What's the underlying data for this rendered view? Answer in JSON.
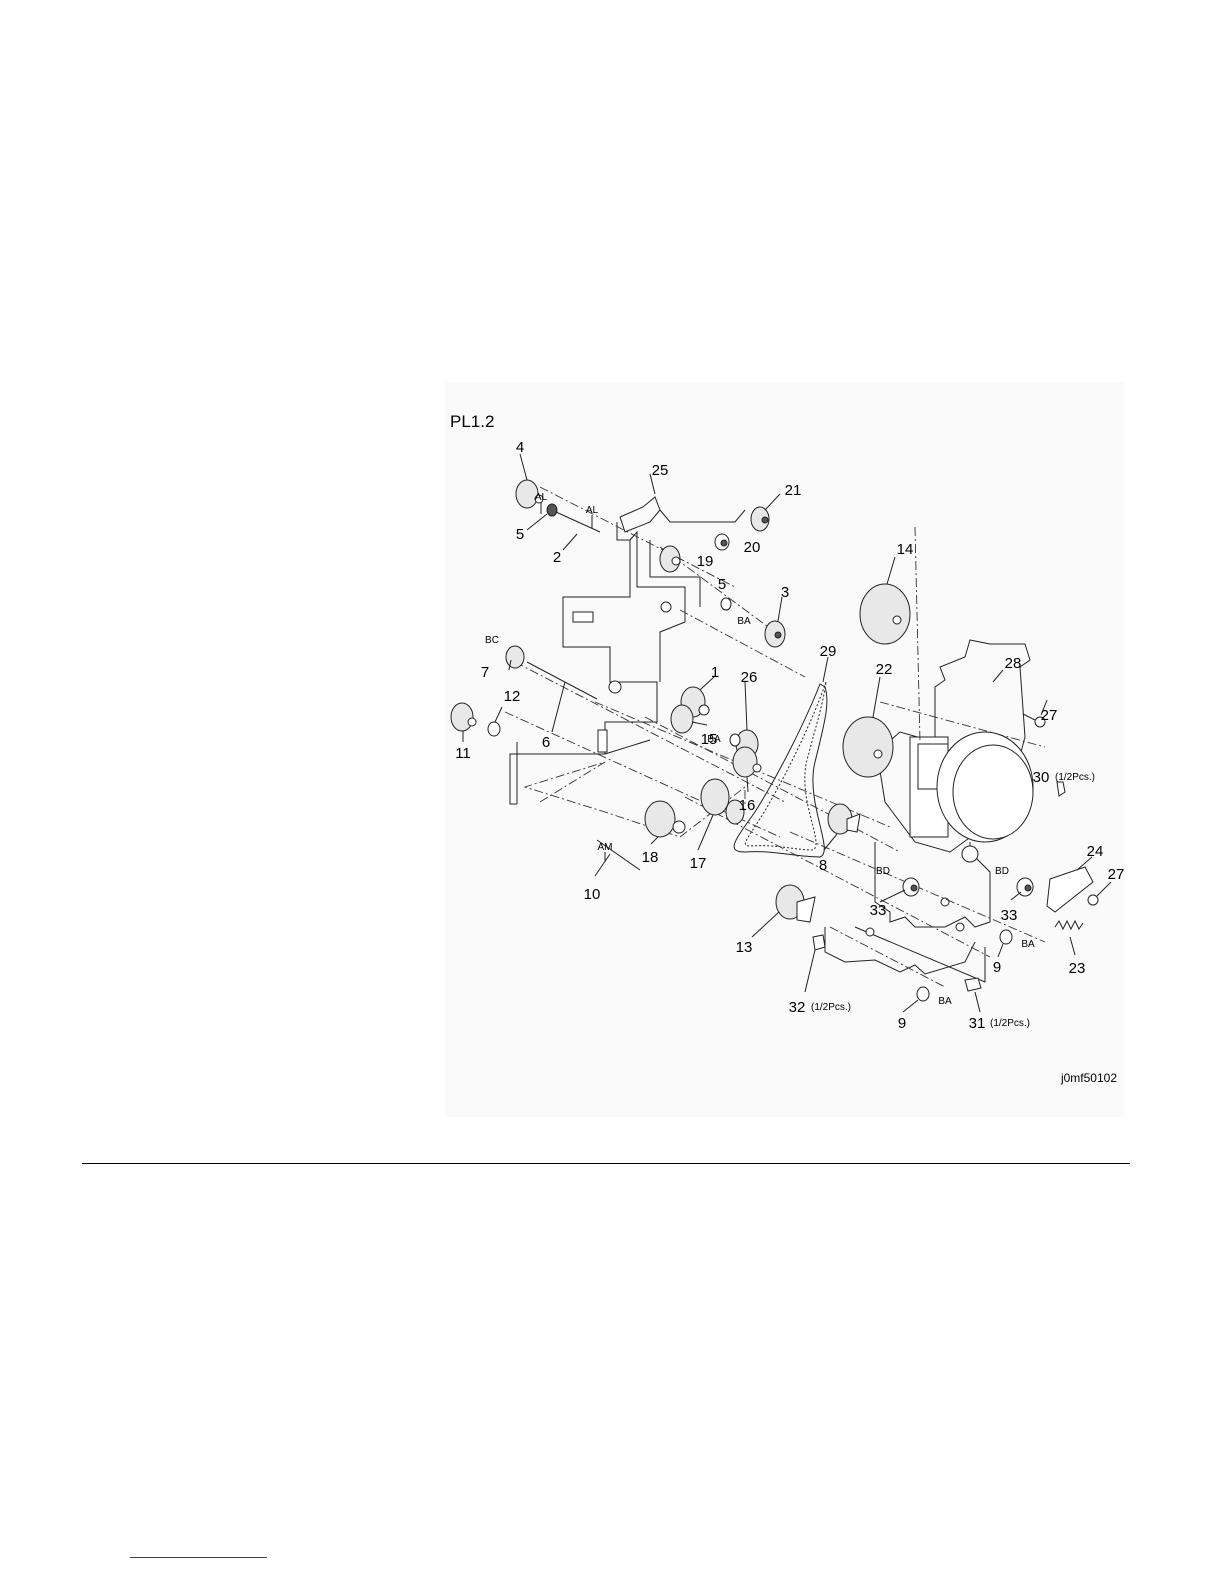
{
  "plate_title": "PL1.2",
  "figure_id": "j0mf50102",
  "callouts": [
    {
      "label": "4"
    },
    {
      "label": "5"
    },
    {
      "label": "2"
    },
    {
      "label": "25"
    },
    {
      "label": "21"
    },
    {
      "label": "20"
    },
    {
      "label": "19"
    },
    {
      "label": "5"
    },
    {
      "label": "3"
    },
    {
      "label": "14"
    },
    {
      "label": "7"
    },
    {
      "label": "6"
    },
    {
      "label": "1"
    },
    {
      "label": "26"
    },
    {
      "label": "29"
    },
    {
      "label": "22"
    },
    {
      "label": "28"
    },
    {
      "label": "12"
    },
    {
      "label": "11"
    },
    {
      "label": "15"
    },
    {
      "label": "16"
    },
    {
      "label": "27"
    },
    {
      "label": "30"
    },
    {
      "label": "18"
    },
    {
      "label": "17"
    },
    {
      "label": "10"
    },
    {
      "label": "8"
    },
    {
      "label": "33"
    },
    {
      "label": "24"
    },
    {
      "label": "27"
    },
    {
      "label": "33"
    },
    {
      "label": "13"
    },
    {
      "label": "9"
    },
    {
      "label": "23"
    },
    {
      "label": "32"
    },
    {
      "label": "9"
    },
    {
      "label": "31"
    }
  ],
  "tags": [
    {
      "label": "AL"
    },
    {
      "label": "AL"
    },
    {
      "label": "BA"
    },
    {
      "label": "BC"
    },
    {
      "label": "BA"
    },
    {
      "label": "AM"
    },
    {
      "label": "BD"
    },
    {
      "label": "BD"
    },
    {
      "label": "BA"
    },
    {
      "label": "BA"
    }
  ],
  "quantity_notes": [
    {
      "label": "(1/2Pcs.)"
    },
    {
      "label": "(1/2Pcs.)"
    },
    {
      "label": "(1/2Pcs.)"
    }
  ]
}
